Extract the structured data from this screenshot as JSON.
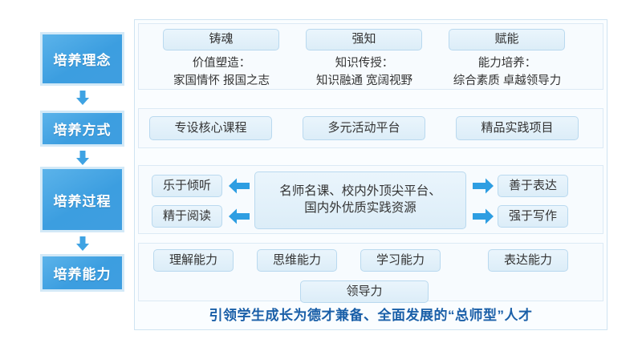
{
  "diagram": {
    "sidebar": {
      "items": [
        {
          "label": "培养理念"
        },
        {
          "label": "培养方式"
        },
        {
          "label": "培养过程"
        },
        {
          "label": "培养能力"
        }
      ],
      "arrow_icon": "arrow-down-icon"
    },
    "row_ideas": {
      "chips": [
        {
          "label": "铸魂"
        },
        {
          "label": "强知"
        },
        {
          "label": "赋能"
        }
      ],
      "subtexts": [
        "价值塑造：\n家国情怀 报国之志",
        "知识传授：\n知识融通 宽阔视野",
        "能力培养：\n综合素质 卓越领导力"
      ]
    },
    "row_methods": {
      "chips": [
        {
          "label": "专设核心课程"
        },
        {
          "label": "多元活动平台"
        },
        {
          "label": "精品实践项目"
        }
      ]
    },
    "row_process": {
      "left_chips": [
        {
          "label": "乐于倾听"
        },
        {
          "label": "精于阅读"
        }
      ],
      "center": {
        "label": "名师名课、校内外顶尖平台、\n国内外优质实践资源"
      },
      "right_chips": [
        {
          "label": "善于表达"
        },
        {
          "label": "强于写作"
        }
      ],
      "arrow_left_icon": "arrow-left-icon",
      "arrow_right_icon": "arrow-right-icon"
    },
    "row_ability": {
      "chips": [
        {
          "label": "理解能力"
        },
        {
          "label": "思维能力"
        },
        {
          "label": "学习能力"
        },
        {
          "label": "表达能力"
        }
      ],
      "bottom_chip": {
        "label": "领导力"
      }
    },
    "slogan": "引领学生成长为德才兼备、全面发展的“总师型”人才",
    "colors": {
      "sidebar_blue": "#3c9ee0",
      "sidebar_border": "#d3e9f7",
      "chip_fill": "#e4f1fa",
      "chip_border": "#b9d9ef",
      "panel_bg": "#f7fbfe",
      "panel_border": "#dceaf5",
      "arrow_blue": "#2e9ee2",
      "slogan_color": "#1a5fa8",
      "page_bg": "#ffffff"
    }
  }
}
